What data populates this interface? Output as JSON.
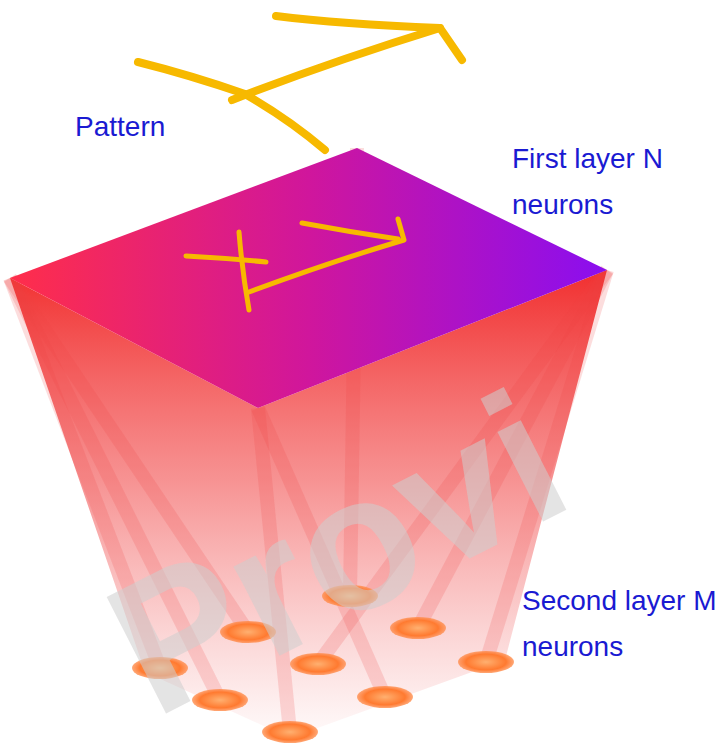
{
  "diagram": {
    "labels": [
      "Pattern",
      "First layer N neurons",
      "Second layer M neurons",
      "Provi"
    ]
  }
}
